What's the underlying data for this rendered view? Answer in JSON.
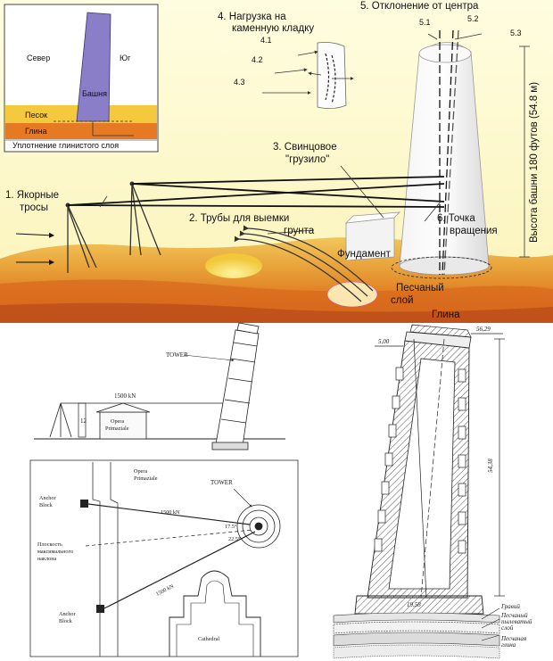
{
  "top_panel": {
    "inset": {
      "north": "Север",
      "south": "Юг",
      "tower": "Башня",
      "sand": "Песок",
      "clay": "Глина",
      "caption": "Уплотнение глинистого слоя"
    },
    "labels": {
      "anchor_cables": [
        "1. Якорные",
        "тросы"
      ],
      "pipes": [
        "2. Трубы для выемки",
        "грунта"
      ],
      "lead_weight": [
        "3. Свинцовое",
        "\"грузило\""
      ],
      "masonry_load": [
        "4. Нагрузка на",
        "каменную кладку"
      ],
      "sub_4_1": "4.1",
      "sub_4_2": "4.2",
      "sub_4_3": "4.3",
      "deviation": "5. Отклонение от центра",
      "sub_5_1": "5.1",
      "sub_5_2": "5.2",
      "sub_5_3": "5.3",
      "rotation_point": [
        "6. Точка",
        "вращения"
      ],
      "foundation": "Фундамент",
      "sand_layer": [
        "Песчаный",
        "слой"
      ],
      "clay": "Глина",
      "tower_height": "Высота башни 180 футов (54.8 м)"
    }
  },
  "elevation_drawing": {
    "tower": "TOWER",
    "force": "1500 kN",
    "height_mark": "12",
    "building": [
      "Opera",
      "Primaziale"
    ]
  },
  "plan_drawing": {
    "opera": [
      "Opera",
      "Primaziale"
    ],
    "tower": "TOWER",
    "anchor_top": [
      "Anchor",
      "Block"
    ],
    "anchor_bottom": [
      "Anchor",
      "Block"
    ],
    "force_top": "1500 kN",
    "force_bottom": "1500 kN",
    "angle_1": "17.5°",
    "angle_2": "22.5°",
    "inclination_note": [
      "Плоскость",
      "максимального",
      "наклона"
    ],
    "cathedral": "Cathedral"
  },
  "section_drawing": {
    "dim_top_left": "5,00",
    "dim_top_right": "56,29",
    "dim_height": "54,38",
    "dim_base": "19,58",
    "legend": [
      "Гравий",
      "Песчаный",
      "пылеватый",
      "слой",
      "Песчаная",
      "глина"
    ]
  }
}
